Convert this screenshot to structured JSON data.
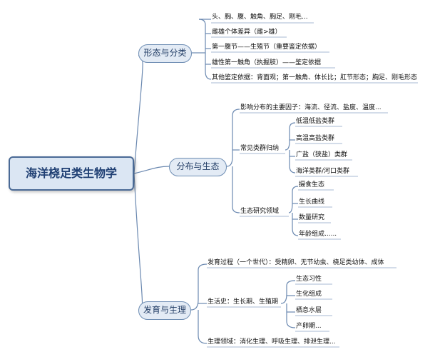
{
  "root": "海洋桡足类生物学",
  "branches": [
    {
      "label": "形态与分类",
      "items": [
        "头、胸、腹、触角、胸足、刚毛...",
        "雌雄个体差异（雌>雄）",
        "第一腹节——生殖节（重要鉴定依据）",
        "雄性第一触角（执握肢）——鉴定依据",
        "其他鉴定依据：背面观；第一触角、体长比；肛节形态；胸足、刚毛形态"
      ]
    },
    {
      "label": "分布与生态",
      "factor": "影响分布的主要因子：海流、径流、盐度、温度...",
      "groups_label": "常见类群归纳",
      "groups": [
        "低温低盐类群",
        "高温高盐类群",
        "广盐（狭盐）类群",
        "海洋类群/河口类群"
      ],
      "research_label": "生态研究领域",
      "research": [
        "摄食生态",
        "生长曲线",
        "数量研究",
        "年龄组成......"
      ]
    },
    {
      "label": "发育与生理",
      "development": "发育过程（一个世代）：受精卵、无节幼虫、桡足类幼体、成体",
      "life_label": "生活史：生长期、生殖期",
      "life": [
        "生态习性",
        "生化组成",
        "栖息水层",
        "产卵期..."
      ],
      "physiology": "生理领域：消化生理、呼吸生理、排泄生理..."
    }
  ]
}
